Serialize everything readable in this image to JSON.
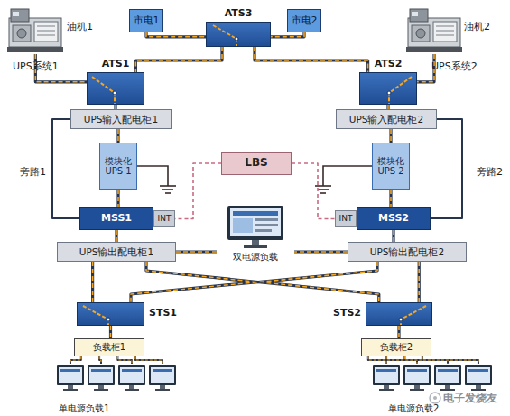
{
  "diagram": {
    "nodes": [
      {
        "text": [
          "油机1"
        ]
      },
      {
        "text": [
          "市电1"
        ]
      },
      {
        "text": [
          "ATS3"
        ]
      },
      {
        "text": [
          "市电2"
        ]
      },
      {
        "text": [
          "油机2"
        ]
      },
      {
        "text": [
          "ATS1"
        ]
      },
      {
        "text": [
          "ATS2"
        ]
      },
      {
        "text": [
          "UPS输入配电柜1"
        ]
      },
      {
        "text": [
          "UPS输入配电柜2"
        ]
      },
      {
        "text": [
          "模块化 UPS 1"
        ]
      },
      {
        "text": [
          "LBS"
        ]
      },
      {
        "text": [
          "模块化 UPS 2"
        ]
      },
      {
        "text": [
          "MSS1"
        ]
      },
      {
        "text": [
          "INT"
        ]
      },
      {
        "text": [
          "INT"
        ]
      },
      {
        "text": [
          "MSS2"
        ]
      },
      {
        "text": [
          "双电源负载"
        ]
      },
      {
        "text": [
          "UPS输出配电柜1"
        ]
      },
      {
        "text": [
          "UPS输出配电柜2"
        ]
      },
      {
        "text": [
          "STS1"
        ]
      },
      {
        "text": [
          "STS2"
        ]
      },
      {
        "text": [
          "负载柜1"
        ]
      },
      {
        "text": [
          "负载柜2"
        ]
      },
      {
        "text": [
          "单电源负载1"
        ]
      },
      {
        "text": [
          "单电源负载2"
        ]
      }
    ],
    "edges": [
      {
        "from": 0,
        "to": 5,
        "arrow": "none"
      },
      {
        "from": 1,
        "to": 2,
        "arrow": "none"
      },
      {
        "from": 3,
        "to": 2,
        "arrow": "none"
      },
      {
        "from": 2,
        "to": 5,
        "arrow": "none"
      },
      {
        "from": 2,
        "to": 6,
        "arrow": "none"
      },
      {
        "from": 4,
        "to": 6,
        "arrow": "none"
      },
      {
        "from": 5,
        "to": 7,
        "arrow": "none"
      },
      {
        "from": 6,
        "to": 8,
        "arrow": "none"
      },
      {
        "from": 7,
        "to": 9,
        "arrow": "none"
      },
      {
        "from": 8,
        "to": 11,
        "arrow": "none"
      },
      {
        "from": 9,
        "to": 12,
        "arrow": "none"
      },
      {
        "from": 11,
        "to": 15,
        "arrow": "none"
      },
      {
        "from": 7,
        "to": 12,
        "arrow": "none"
      },
      {
        "from": 8,
        "to": 15,
        "arrow": "none"
      },
      {
        "from": 10,
        "to": 13,
        "arrow": "none"
      },
      {
        "from": 10,
        "to": 14,
        "arrow": "none"
      },
      {
        "from": 12,
        "to": 17,
        "arrow": "none"
      },
      {
        "from": 15,
        "to": 18,
        "arrow": "none"
      },
      {
        "from": 17,
        "to": 16,
        "arrow": "none"
      },
      {
        "from": 18,
        "to": 16,
        "arrow": "none"
      },
      {
        "from": 17,
        "to": 19,
        "arrow": "none"
      },
      {
        "from": 17,
        "to": 20,
        "arrow": "none"
      },
      {
        "from": 18,
        "to": 19,
        "arrow": "none"
      },
      {
        "from": 18,
        "to": 20,
        "arrow": "none"
      },
      {
        "from": 19,
        "to": 21,
        "arrow": "none"
      },
      {
        "from": 20,
        "to": 22,
        "arrow": "none"
      },
      {
        "from": 21,
        "to": 23,
        "arrow": "none"
      },
      {
        "from": 21,
        "to": 23,
        "arrow": "none"
      },
      {
        "from": 21,
        "to": 23,
        "arrow": "none"
      },
      {
        "from": 21,
        "to": 23,
        "arrow": "none"
      },
      {
        "from": 22,
        "to": 24,
        "arrow": "none"
      },
      {
        "from": 22,
        "to": 24,
        "arrow": "none"
      },
      {
        "from": 22,
        "to": 24,
        "arrow": "none"
      },
      {
        "from": 22,
        "to": 24,
        "arrow": "none"
      }
    ],
    "labels": [
      "UPS系统1",
      "UPS系统2",
      "旁路1",
      "旁路2",
      "电子发烧友"
    ]
  }
}
